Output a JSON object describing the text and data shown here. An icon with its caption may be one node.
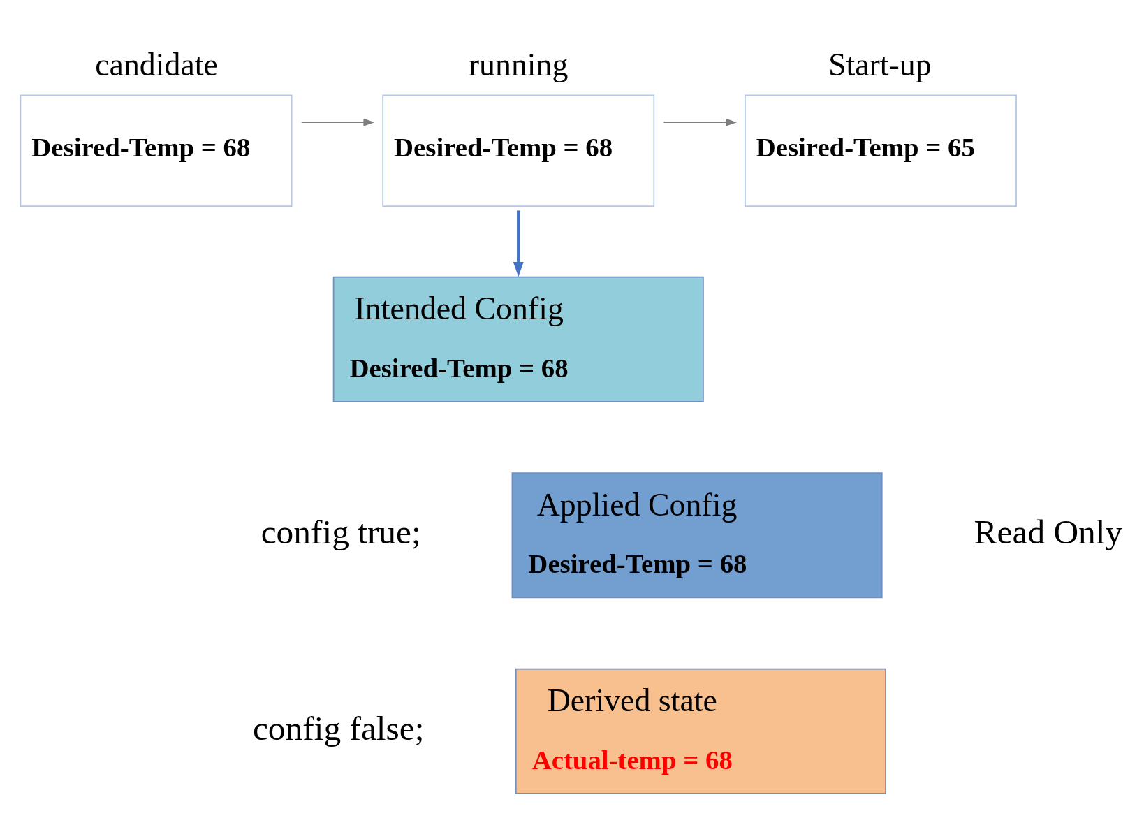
{
  "diagram": {
    "nodes": [
      {
        "text": [
          "candidate",
          "Desired-Temp = 68"
        ]
      },
      {
        "text": [
          "running",
          "Desired-Temp = 68"
        ]
      },
      {
        "text": [
          "Start-up",
          "Desired-Temp = 65"
        ]
      },
      {
        "text": [
          "Intended Config",
          "Desired-Temp = 68"
        ]
      },
      {
        "text": [
          "Applied Config",
          "Desired-Temp = 68"
        ]
      },
      {
        "text": [
          "Derived state",
          "Actual-temp = 68"
        ]
      }
    ],
    "edges": [
      {
        "from": 0,
        "to": 1,
        "arrow": "to"
      },
      {
        "from": 1,
        "to": 2,
        "arrow": "to"
      },
      {
        "from": 1,
        "to": 3,
        "arrow": "to",
        "style": "thick",
        "color": "#4472c4"
      }
    ],
    "labels": [
      "config true;",
      "Read Only",
      "config false;"
    ]
  }
}
